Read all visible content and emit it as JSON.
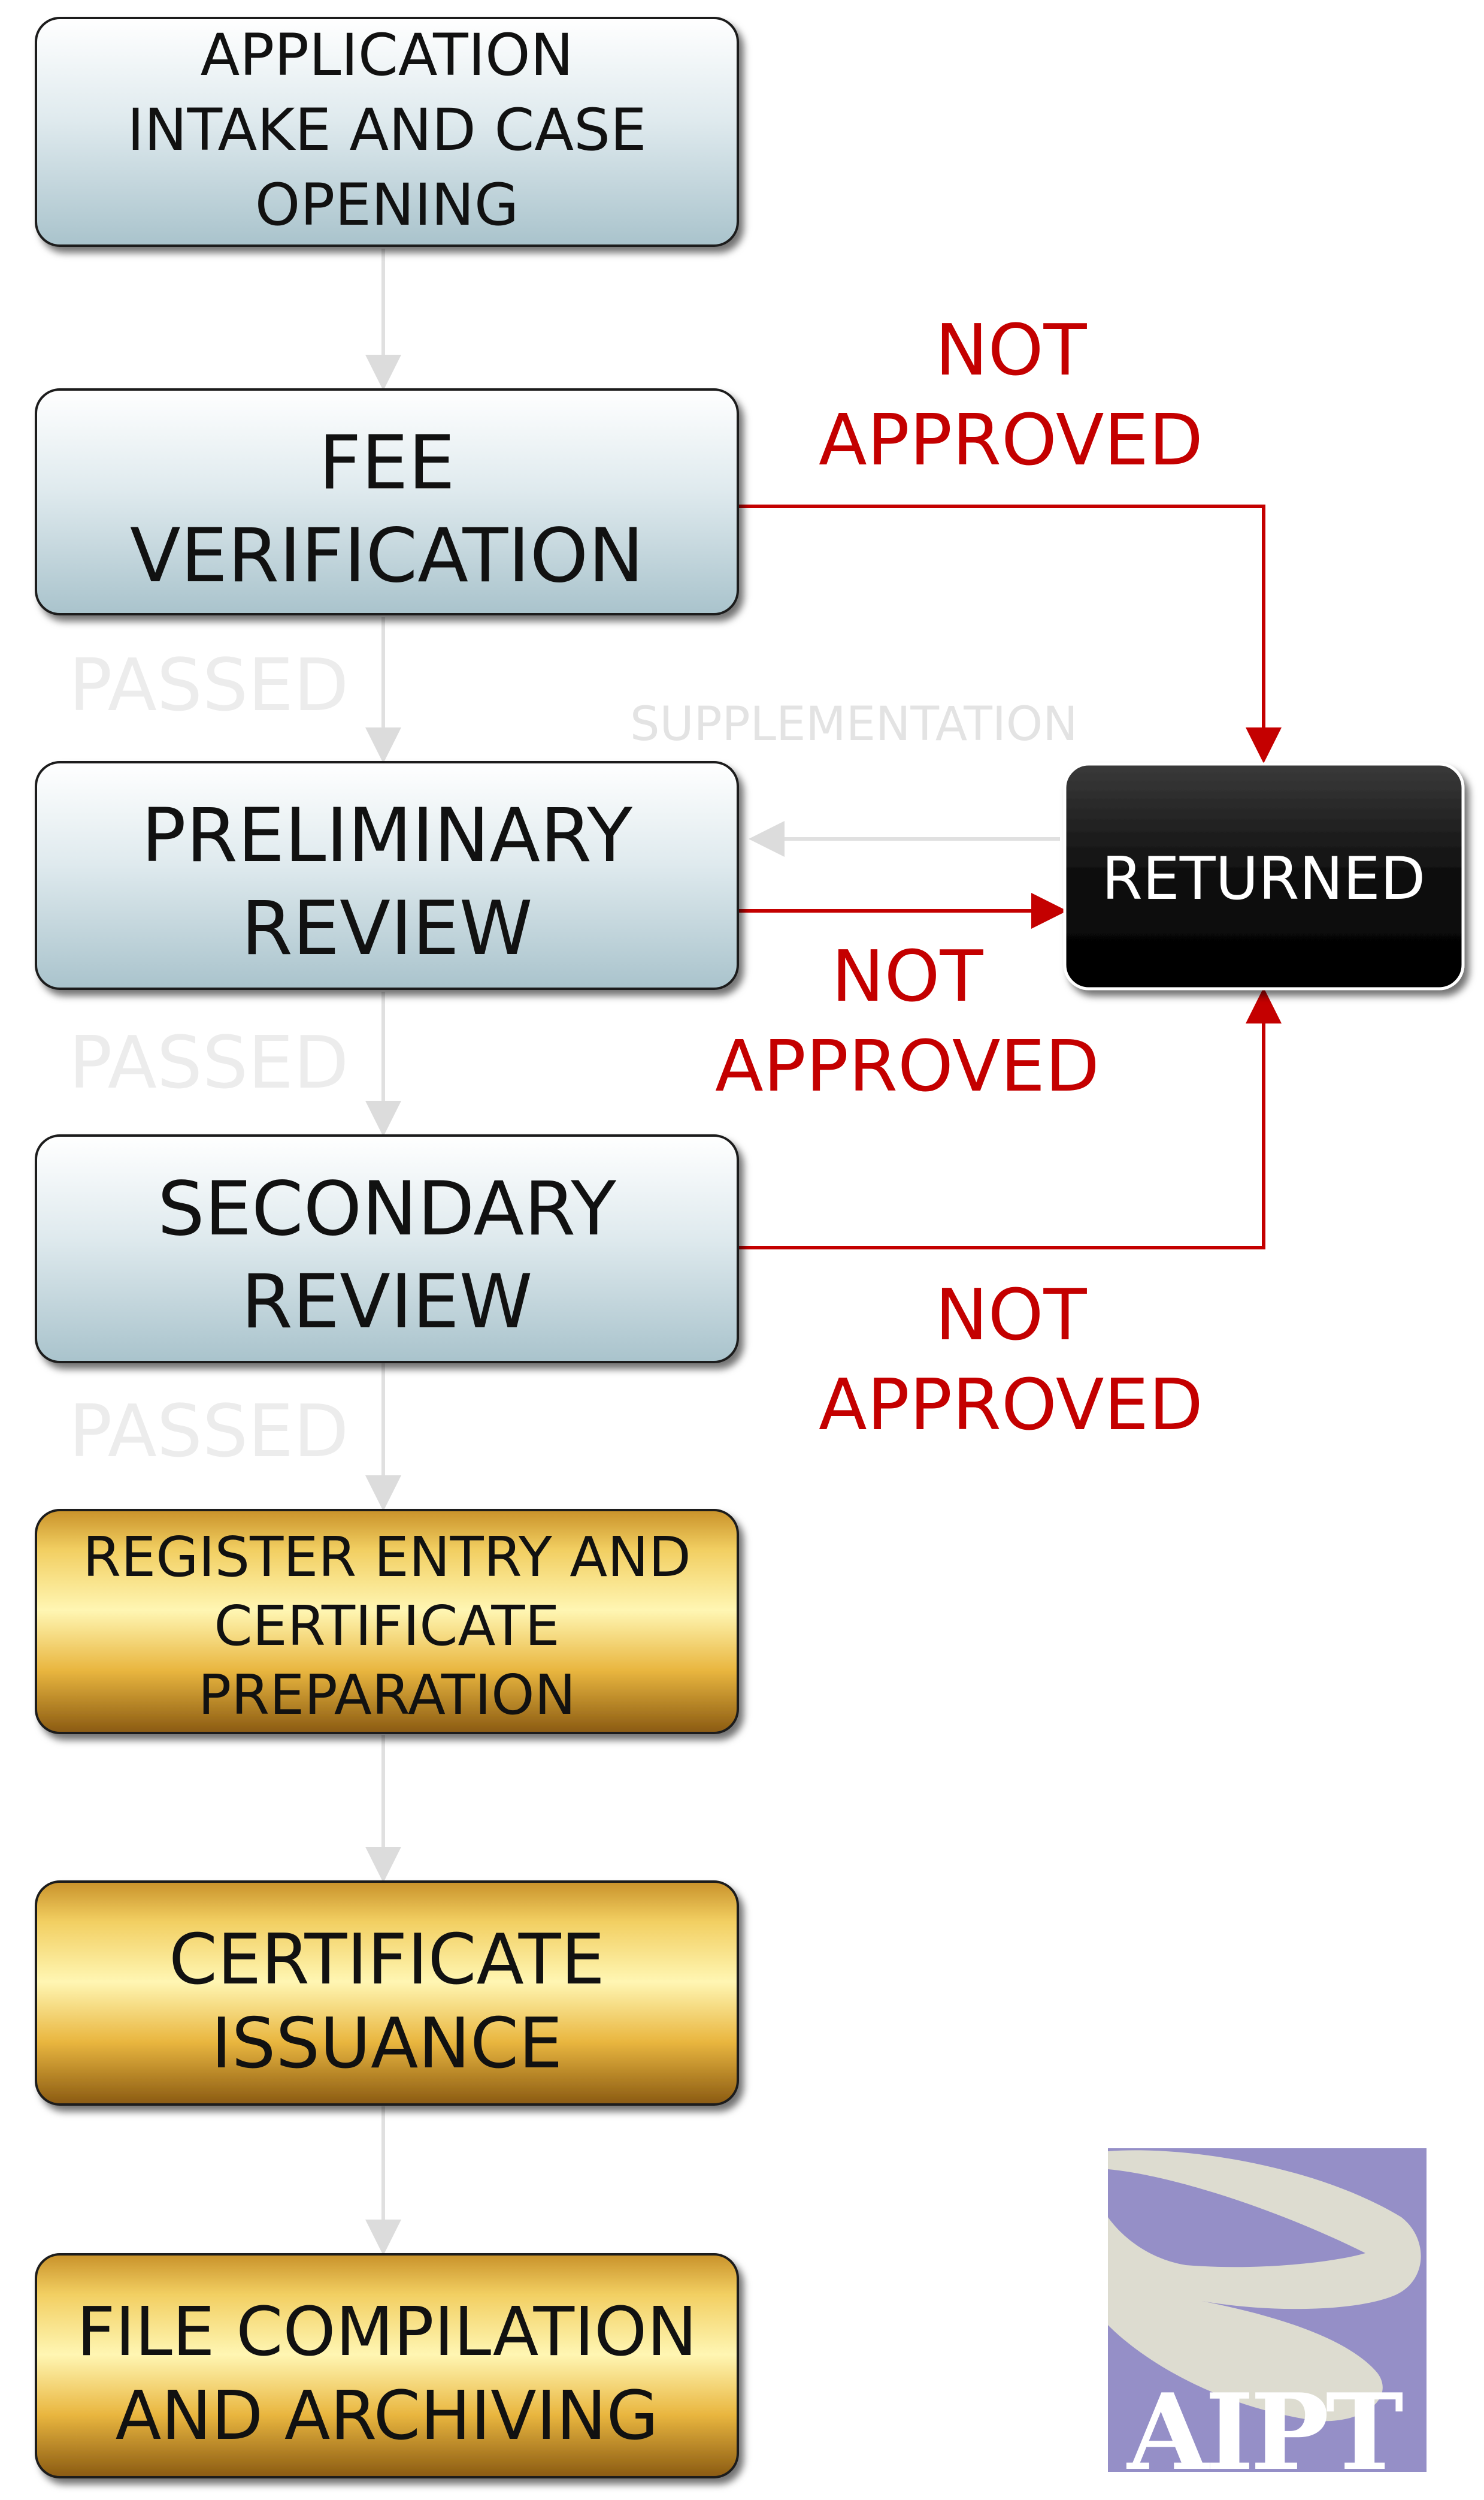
{
  "diagram": {
    "steps": {
      "intake": [
        "APPLICATION",
        "INTAKE AND CASE",
        "OPENING"
      ],
      "fee": [
        "FEE",
        "VERIFICATION"
      ],
      "preliminary": [
        "PRELIMINARY",
        "REVIEW"
      ],
      "secondary": [
        "SECONDARY",
        "REVIEW"
      ],
      "register": [
        "REGISTER ENTRY AND",
        "CERTIFICATE",
        "PREPARATION"
      ],
      "issuance": [
        "CERTIFICATE",
        "ISSUANCE"
      ],
      "archive": [
        "FILE COMPILATION",
        "AND ARCHIVING"
      ]
    },
    "returned": "RETURNED",
    "passed": "PASSED",
    "supplementation": "SUPPLEMENTATION",
    "not_approved": [
      "NOT",
      "APPROVED"
    ],
    "logo_text": "AIPT"
  },
  "colors": {
    "blue_box_top": "#ffffff",
    "blue_box_bottom": "#a9c3cc",
    "gold_box_top": "#fff3a6",
    "gold_box_mid": "#e8b43a",
    "gold_box_bottom": "#8a5a12",
    "returned_box": "#0b0b0b",
    "red_line": "#c40000",
    "gray_arrow": "#e0e0e0",
    "logo_purple": "#958fc7",
    "logo_cream": "#dddcd0"
  }
}
